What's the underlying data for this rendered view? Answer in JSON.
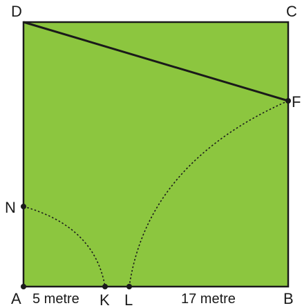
{
  "colors": {
    "fill": "#8cc63f",
    "stroke": "#1a1a1a",
    "background": "#ffffff"
  },
  "vertices": {
    "D": "D",
    "C": "C",
    "F": "F",
    "N": "N",
    "A": "A",
    "K": "K",
    "L": "L",
    "B": "B"
  },
  "measurements": {
    "ak": "5 metre",
    "lb": "17 metre"
  }
}
